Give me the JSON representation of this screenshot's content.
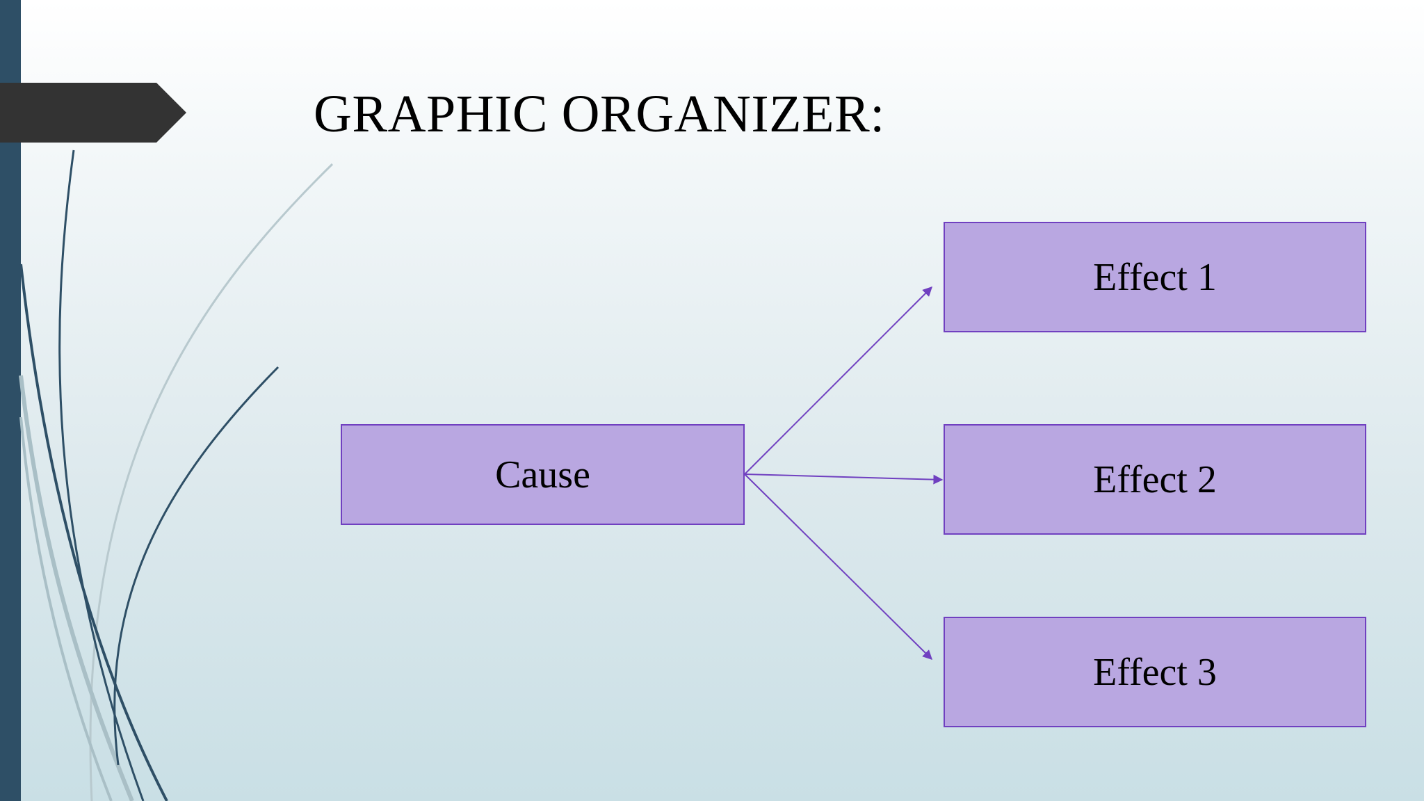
{
  "slide": {
    "title": "GRAPHIC ORGANIZER:"
  },
  "diagram": {
    "cause": {
      "label": "Cause"
    },
    "effects": [
      {
        "label": "Effect 1"
      },
      {
        "label": "Effect 2"
      },
      {
        "label": "Effect 3"
      }
    ]
  },
  "colors": {
    "node_fill": "#b9a7e1",
    "node_border": "#7040c0",
    "arrow": "#7040c0",
    "left_bar": "#2e4f66",
    "title_tab": "#333333",
    "decorative_curve_dark": "#2e4f66",
    "decorative_curve_light": "#a9bfc6"
  }
}
